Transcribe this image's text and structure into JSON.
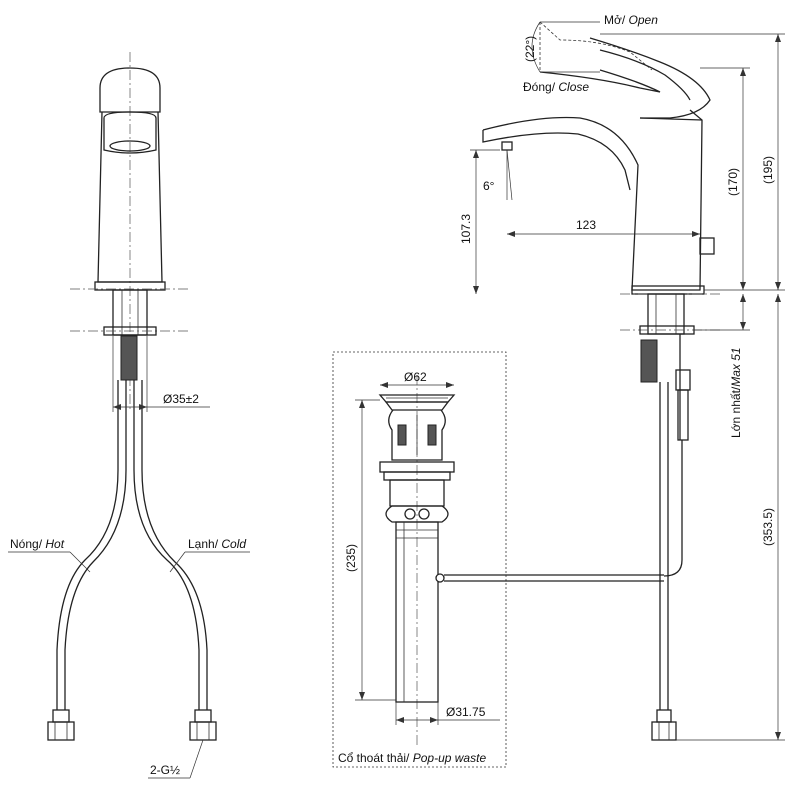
{
  "labels": {
    "open_vi": "Mở/",
    "open_en": "Open",
    "close_vi": "Đóng/",
    "close_en": "Close",
    "angle_22": "(22°)",
    "angle_6": "6°",
    "dim_195": "(195)",
    "dim_170": "(170)",
    "dim_107": "107.3",
    "dim_123": "123",
    "dim_353": "(353.5)",
    "max_vi": "Lớn nhất/",
    "max_en": "Max 51",
    "dim_35": "Ø35±2",
    "hot_vi": "Nóng/",
    "hot_en": "Hot",
    "cold_vi": "Lạnh/",
    "cold_en": "Cold",
    "thread": "2-G½",
    "dim_62": "Ø62",
    "dim_235": "(235)",
    "dim_3175": "Ø31.75",
    "waste_vi": "Cổ thoát thải/",
    "waste_en": "Pop-up waste"
  },
  "colors": {
    "line": "#222222",
    "background": "#ffffff"
  }
}
